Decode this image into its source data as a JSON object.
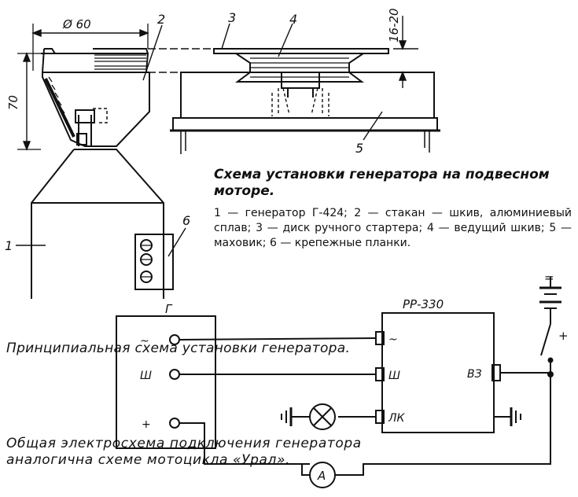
{
  "mechanical": {
    "dim_diameter": "Ø 60",
    "dim_height": "70",
    "dim_gap": "16-20",
    "labels": [
      "1",
      "2",
      "3",
      "4",
      "5",
      "6"
    ]
  },
  "captions": {
    "mounting_title": "Схема установки генератора на подвесном моторе.",
    "mounting_legend": "1 — генератор Г-424; 2 — стакан — шкив, алюминиевый сплав; 3 — диск ручного стартера; 4 — ведущий шкив; 5 — маховик; 6 — крепежные планки.",
    "principal": "Принципиальная схема установки генератора.",
    "general": "Общая электросхема подключения генератора аналогична схеме мотоцикла «Урал»."
  },
  "electrical": {
    "generator_block": "Г",
    "regulator_block": "РР-330",
    "gen_terminals": [
      "~",
      "Ш",
      "+"
    ],
    "reg_terminals": [
      "~",
      "Ш",
      "ЛК"
    ],
    "reg_output": "ВЗ",
    "ammeter": "A",
    "battery_polarity_plus": "+",
    "battery_polarity_minus": "="
  }
}
